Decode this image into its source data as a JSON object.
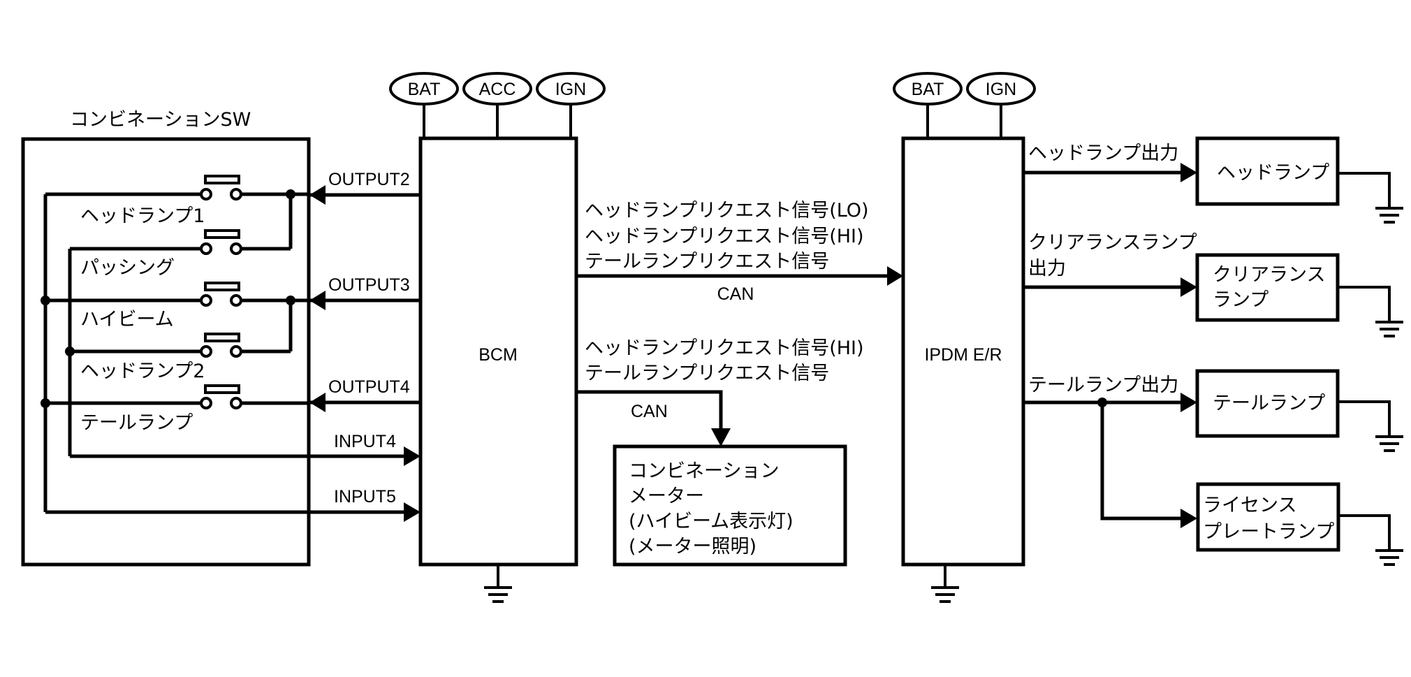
{
  "title": "Headlamp system diagram",
  "combination_switch": {
    "title": "コンビネーションSW",
    "switches": [
      {
        "label": "ヘッドランプ1"
      },
      {
        "label": "パッシング"
      },
      {
        "label": "ハイビーム"
      },
      {
        "label": "ヘッドランプ2"
      },
      {
        "label": "テールランプ"
      }
    ]
  },
  "bcm": {
    "label": "BCM",
    "power": [
      "BAT",
      "ACC",
      "IGN"
    ],
    "signals": {
      "output2": "OUTPUT2",
      "output3": "OUTPUT3",
      "output4": "OUTPUT4",
      "input4": "INPUT4",
      "input5": "INPUT5"
    }
  },
  "can_to_ipdm": {
    "lines": [
      "ヘッドランプリクエスト信号(LO)",
      "ヘッドランプリクエスト信号(HI)",
      "テールランプリクエスト信号"
    ],
    "bus": "CAN"
  },
  "can_to_meter": {
    "lines": [
      "ヘッドランプリクエスト信号(HI)",
      "テールランプリクエスト信号"
    ],
    "bus": "CAN"
  },
  "meter": {
    "lines": [
      "コンビネーション",
      "メーター",
      "(ハイビーム表示灯)",
      "(メーター照明)"
    ]
  },
  "ipdm": {
    "label": "IPDM E/R",
    "power": [
      "BAT",
      "IGN"
    ],
    "outputs": {
      "headlamp": "ヘッドランプ出力",
      "clearance_line1": "クリアランスランプ",
      "clearance_line2": "出力",
      "tail": "テールランプ出力"
    }
  },
  "loads": {
    "headlamp": [
      "ヘッドランプ"
    ],
    "clearance": [
      "クリアランス",
      "ランプ"
    ],
    "tail": [
      "テールランプ"
    ],
    "license": [
      "ライセンス",
      "プレートランプ"
    ]
  }
}
